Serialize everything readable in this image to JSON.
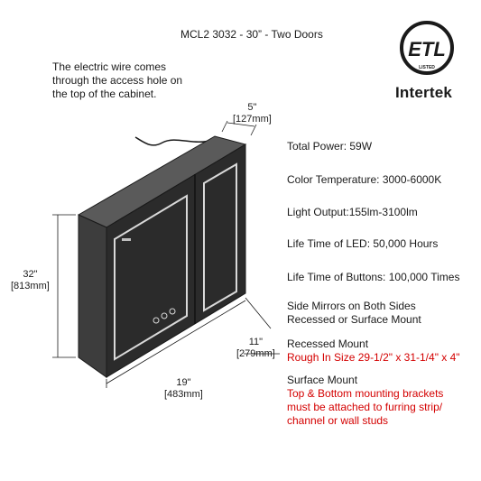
{
  "title": "MCL2 3032 - 30” - Two Doors",
  "note": {
    "lines": [
      "The electric wire comes",
      "through the access hole on",
      "the top of the cabinet."
    ]
  },
  "logo": {
    "mark": "ETL",
    "small_text": "LISTED",
    "intertek": "Intertek"
  },
  "dimensions": {
    "depth": {
      "inches": "5\"",
      "mm": "[127mm]"
    },
    "height": {
      "inches": "32\"",
      "mm": "[813mm]"
    },
    "rough_depth": {
      "inches": "11\"",
      "mm": "[279mm]"
    },
    "width": {
      "inches": "19\"",
      "mm": "[483mm]"
    }
  },
  "specs": {
    "total_power": "Total Power: 59W",
    "color_temperature": "Color Temperature: 3000-6000K",
    "light_output": "Light Output:155lm-3100lm",
    "led_life": "Life Time of LED: 50,000 Hours",
    "buttons_life": "Life Time of Buttons: 100,000 Times",
    "side_mirrors": [
      "Side Mirrors on Both Sides",
      "Recessed or Surface Mount"
    ],
    "recessed_mount": {
      "heading": "Recessed Mount",
      "detail": "Rough In Size 29-1/2\" x 31-1/4\" x 4\""
    },
    "surface_mount": {
      "heading": "Surface Mount",
      "detail": [
        "Top & Bottom mounting brackets",
        "must be attached to furring strip/",
        "channel or wall studs"
      ]
    }
  },
  "colors": {
    "text": "#1a1a1a",
    "warning": "#d40000",
    "cabinet_front": "#2b2b2b",
    "cabinet_side": "#4a4a4a",
    "led_strip": "#d9d9d9"
  }
}
